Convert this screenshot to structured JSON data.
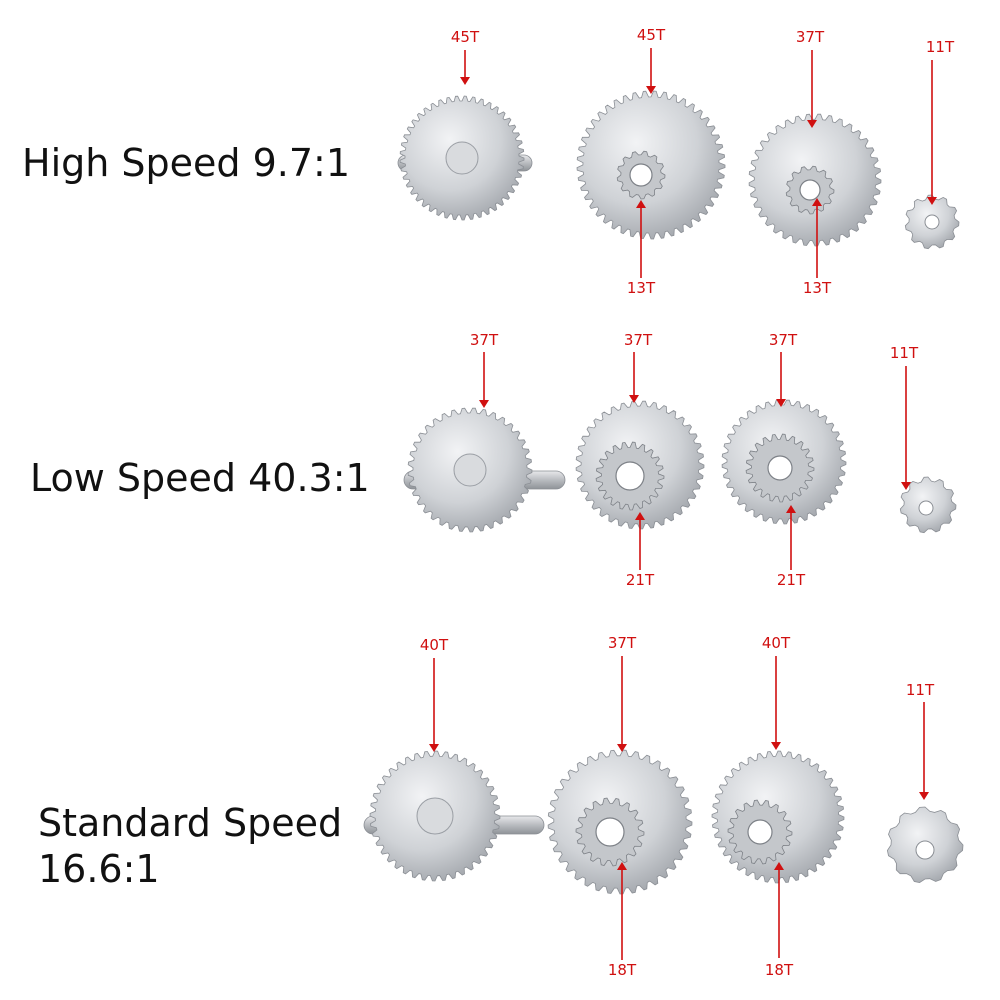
{
  "image": {
    "colors": {
      "label": "#d01010",
      "title": "#111111",
      "gear_metal": "#c9ccd0",
      "background": "#ffffff"
    }
  },
  "sets": [
    {
      "title": "High Speed  9.7:1",
      "gears": [
        {
          "top_label": "45T",
          "bottom_label": ""
        },
        {
          "top_label": "45T",
          "bottom_label": "13T"
        },
        {
          "top_label": "37T",
          "bottom_label": "13T"
        },
        {
          "top_label": "11T",
          "bottom_label": ""
        }
      ]
    },
    {
      "title": "Low Speed  40.3:1",
      "gears": [
        {
          "top_label": "37T",
          "bottom_label": ""
        },
        {
          "top_label": "37T",
          "bottom_label": "21T"
        },
        {
          "top_label": "37T",
          "bottom_label": "21T"
        },
        {
          "top_label": "11T",
          "bottom_label": ""
        }
      ]
    },
    {
      "title_line1": "Standard Speed",
      "title_line2": "16.6:1",
      "gears": [
        {
          "top_label": "40T",
          "bottom_label": ""
        },
        {
          "top_label": "37T",
          "bottom_label": "18T"
        },
        {
          "top_label": "40T",
          "bottom_label": "18T"
        },
        {
          "top_label": "11T",
          "bottom_label": ""
        }
      ]
    }
  ]
}
